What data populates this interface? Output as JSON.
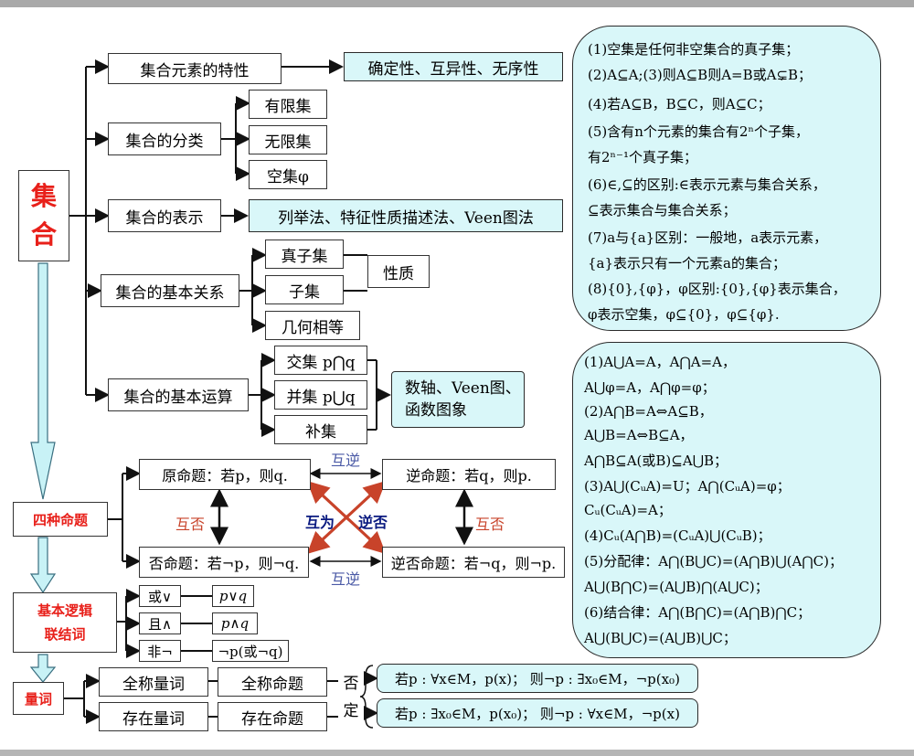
{
  "root": "集合",
  "topics": {
    "elements": "集合元素的特性",
    "elements_desc": "确定性、互异性、无序性",
    "classify": "集合的分类",
    "classify_items": [
      "有限集",
      "无限集",
      "空集φ"
    ],
    "represent": "集合的表示",
    "represent_desc": "列举法、特征性质描述法、Veen图法",
    "relation": "集合的基本关系",
    "relation_items": [
      "真子集",
      "子集",
      "几何相等"
    ],
    "relation_prop": "性质",
    "operation": "集合的基本运算",
    "operation_items": [
      "交集 p⋂q",
      "并集 p⋃q",
      "补集"
    ],
    "operation_desc": [
      "数轴、Veen图、",
      "函数图象"
    ]
  },
  "propositions": {
    "label": "四种命题",
    "original": "原命题：若p，则q.",
    "converse": "逆命题：若q，则p.",
    "inverse": "否命题：若¬p，则¬q.",
    "contrapositive": "逆否命题：若¬q，则¬p.",
    "mutual_converse_top": "互逆",
    "mutual_converse_bottom": "互逆",
    "mutual_negation_left": "互否",
    "mutual_negation_right": "互否",
    "cross_label_1": "互为",
    "cross_label_2": "逆否"
  },
  "logic": {
    "label_line1": "基本逻辑",
    "label_line2": "联结词",
    "items": [
      "或∨",
      "且∧",
      "非¬"
    ],
    "exprs": [
      "p∨q",
      "p∧q",
      "¬p(或¬q)"
    ]
  },
  "quantifier": {
    "label": "量词",
    "universal": "全称量词",
    "universal_prop": "全称命题",
    "existential": "存在量词",
    "existential_prop": "存在命题",
    "negate_1": "否",
    "negate_2": "定",
    "universal_neg": "若p : ∀x∈M，p(x)； 则¬p : ∃x₀∈M，¬p(x₀)",
    "existential_neg": "若p : ∃x₀∈M，p(x₀)； 则¬p : ∀x∈M，¬p(x)"
  },
  "panel_top": [
    "(1)空集是任何非空集合的真子集；",
    "(2)A⊆A;(3)则A⊆B则A=B或A⊊B；",
    "(4)若A⊆B，B⊆C，则A⊆C；",
    "(5)含有n个元素的集合有2ⁿ个子集，",
    "有2ⁿ⁻¹个真子集；",
    "(6)∈,⊆的区别:∈表示元素与集合关系，",
    "⊆表示集合与集合关系；",
    "(7)a与{a}区别：一般地，a表示元素，",
    "{a}表示只有一个元素a的集合；",
    "(8){0},{φ}，φ区别:{0},{φ}表示集合，",
    "φ表示空集，φ⊆{0}，φ⊆{φ}."
  ],
  "panel_bottom": [
    "(1)A⋃A=A，A⋂A=A，",
    "A⋃φ=A，A⋂φ=φ；",
    "(2)A⋂B=A⇔A⊆B，",
    "A⋃B=A⇔B⊆A，",
    "A⋂B⊆A(或B)⊆A⋃B；",
    "(3)A⋃(CᵤA)=U；A⋂(CᵤA)=φ；",
    "Cᵤ(CᵤA)=A；",
    "(4)Cᵤ(A⋂B)=(CᵤA)⋃(CᵤB)；",
    "(5)分配律：A⋂(B⋃C)=(A⋂B)⋃(A⋂C)；",
    "A⋃(B⋂C)=(A⋃B)⋂(A⋃C)；",
    "(6)结合律：A⋂(B⋂C)=(A⋂B)⋂C；",
    "A⋃(B⋃C)=(A⋃B)⋃C；"
  ]
}
